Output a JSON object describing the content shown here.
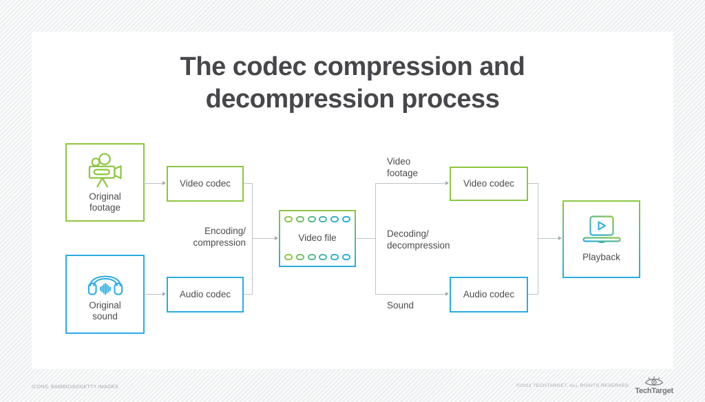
{
  "title": "The codec compression and\ndecompression process",
  "diagram": {
    "nodes": {
      "original_footage": {
        "label": "Original\nfootage",
        "icon": "video-camera-icon"
      },
      "video_codec_left": {
        "label": "Video codec"
      },
      "original_sound": {
        "label": "Original\nsound",
        "icon": "headphones-icon"
      },
      "audio_codec_left": {
        "label": "Audio codec"
      },
      "video_file": {
        "label": "Video file",
        "icon": "film-strip-icon"
      },
      "video_codec_right": {
        "label": "Video codec"
      },
      "audio_codec_right": {
        "label": "Audio codec"
      },
      "playback": {
        "label": "Playback",
        "icon": "laptop-play-icon"
      }
    },
    "flow_labels": {
      "encoding": "Encoding/\ncompression",
      "video_footage": "Video\nfootage",
      "decoding": "Decoding/\ndecompression",
      "sound": "Sound"
    }
  },
  "colors": {
    "green": "#8CC63E",
    "blue": "#29ABE2",
    "connector_gray": "#BCC3C8",
    "text_dark": "#4C4C4F"
  },
  "footer": {
    "credit": "ICONS: BAMBO182/GETTY IMAGES",
    "copyright": "©2022 TECHTARGET, ALL RIGHTS RESERVED",
    "brand": "TechTarget"
  }
}
